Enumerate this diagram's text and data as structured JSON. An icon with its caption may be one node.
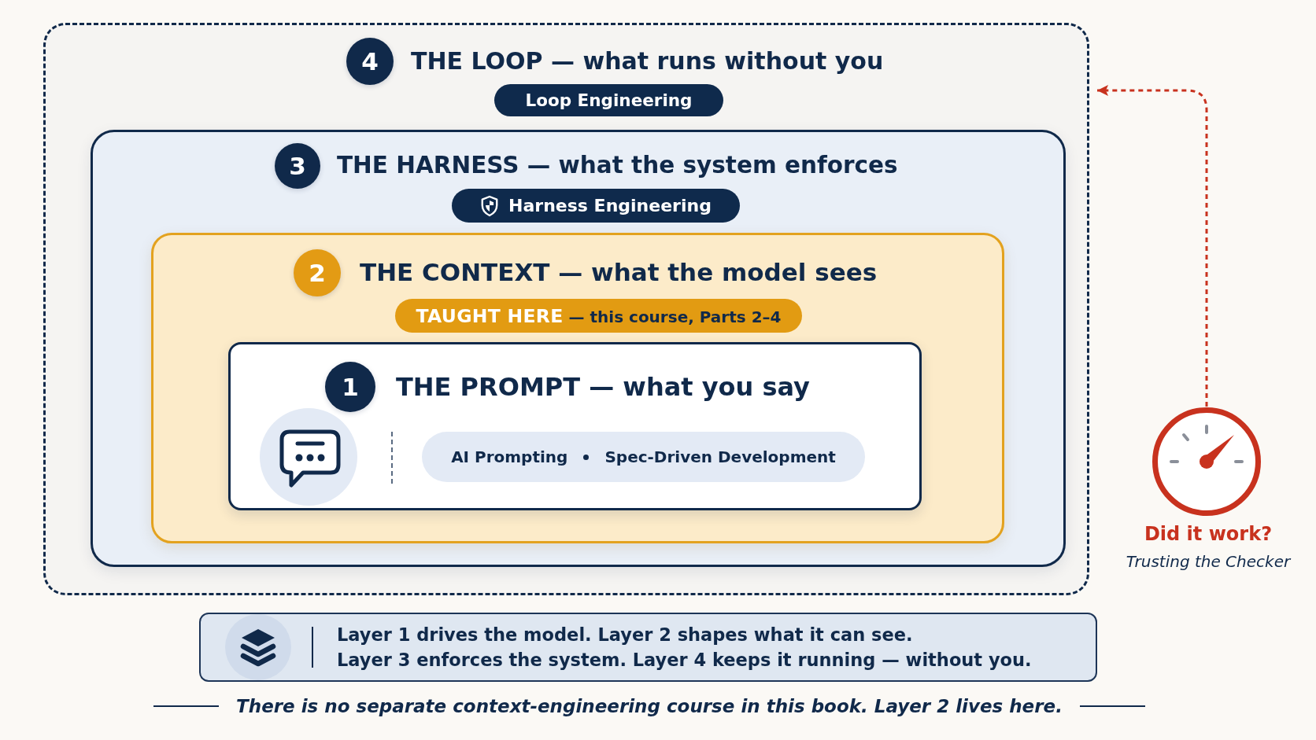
{
  "diagram": {
    "nodes": [
      {
        "text": [
          "THE LOOP — what runs without you"
        ]
      },
      {
        "text": [
          "4"
        ],
        "in": 0
      },
      {
        "text": [
          "Loop Engineering"
        ],
        "in": 0
      },
      {
        "text": [
          "THE HARNESS — what the system enforces"
        ],
        "in": 0
      },
      {
        "text": [
          "3"
        ],
        "in": 3
      },
      {
        "text": [
          "Harness Engineering"
        ],
        "in": 3
      },
      {
        "text": [
          "THE CONTEXT — what the model sees"
        ],
        "in": 3
      },
      {
        "text": [
          "2"
        ],
        "in": 6
      },
      {
        "text": [
          "**TAUGHT HERE** — this course, Parts 2–4"
        ],
        "in": 6
      },
      {
        "text": [
          "THE PROMPT — what you say"
        ],
        "in": 6
      },
      {
        "text": [
          "1"
        ],
        "in": 9
      },
      {
        "text": [
          "AI Prompting",
          "Spec-Driven Development"
        ],
        "in": 9
      },
      {
        "text": [],
        "shape": "picture",
        "beside": [
          "Did it work?",
          "Trusting the Checker"
        ]
      },
      {
        "text": [
          "Layer 1 drives the model. Layer 2 shapes what it can see.",
          "Layer 3 enforces the system. Layer 4 keeps it running — without you."
        ]
      }
    ],
    "edges": [
      {
        "from": 12,
        "to": 0,
        "arrow": "to",
        "style": "dashed",
        "color": "#c8321e"
      }
    ],
    "labels": [
      "There is no separate context-engineering course in this book. Layer 2 lives here."
    ]
  }
}
